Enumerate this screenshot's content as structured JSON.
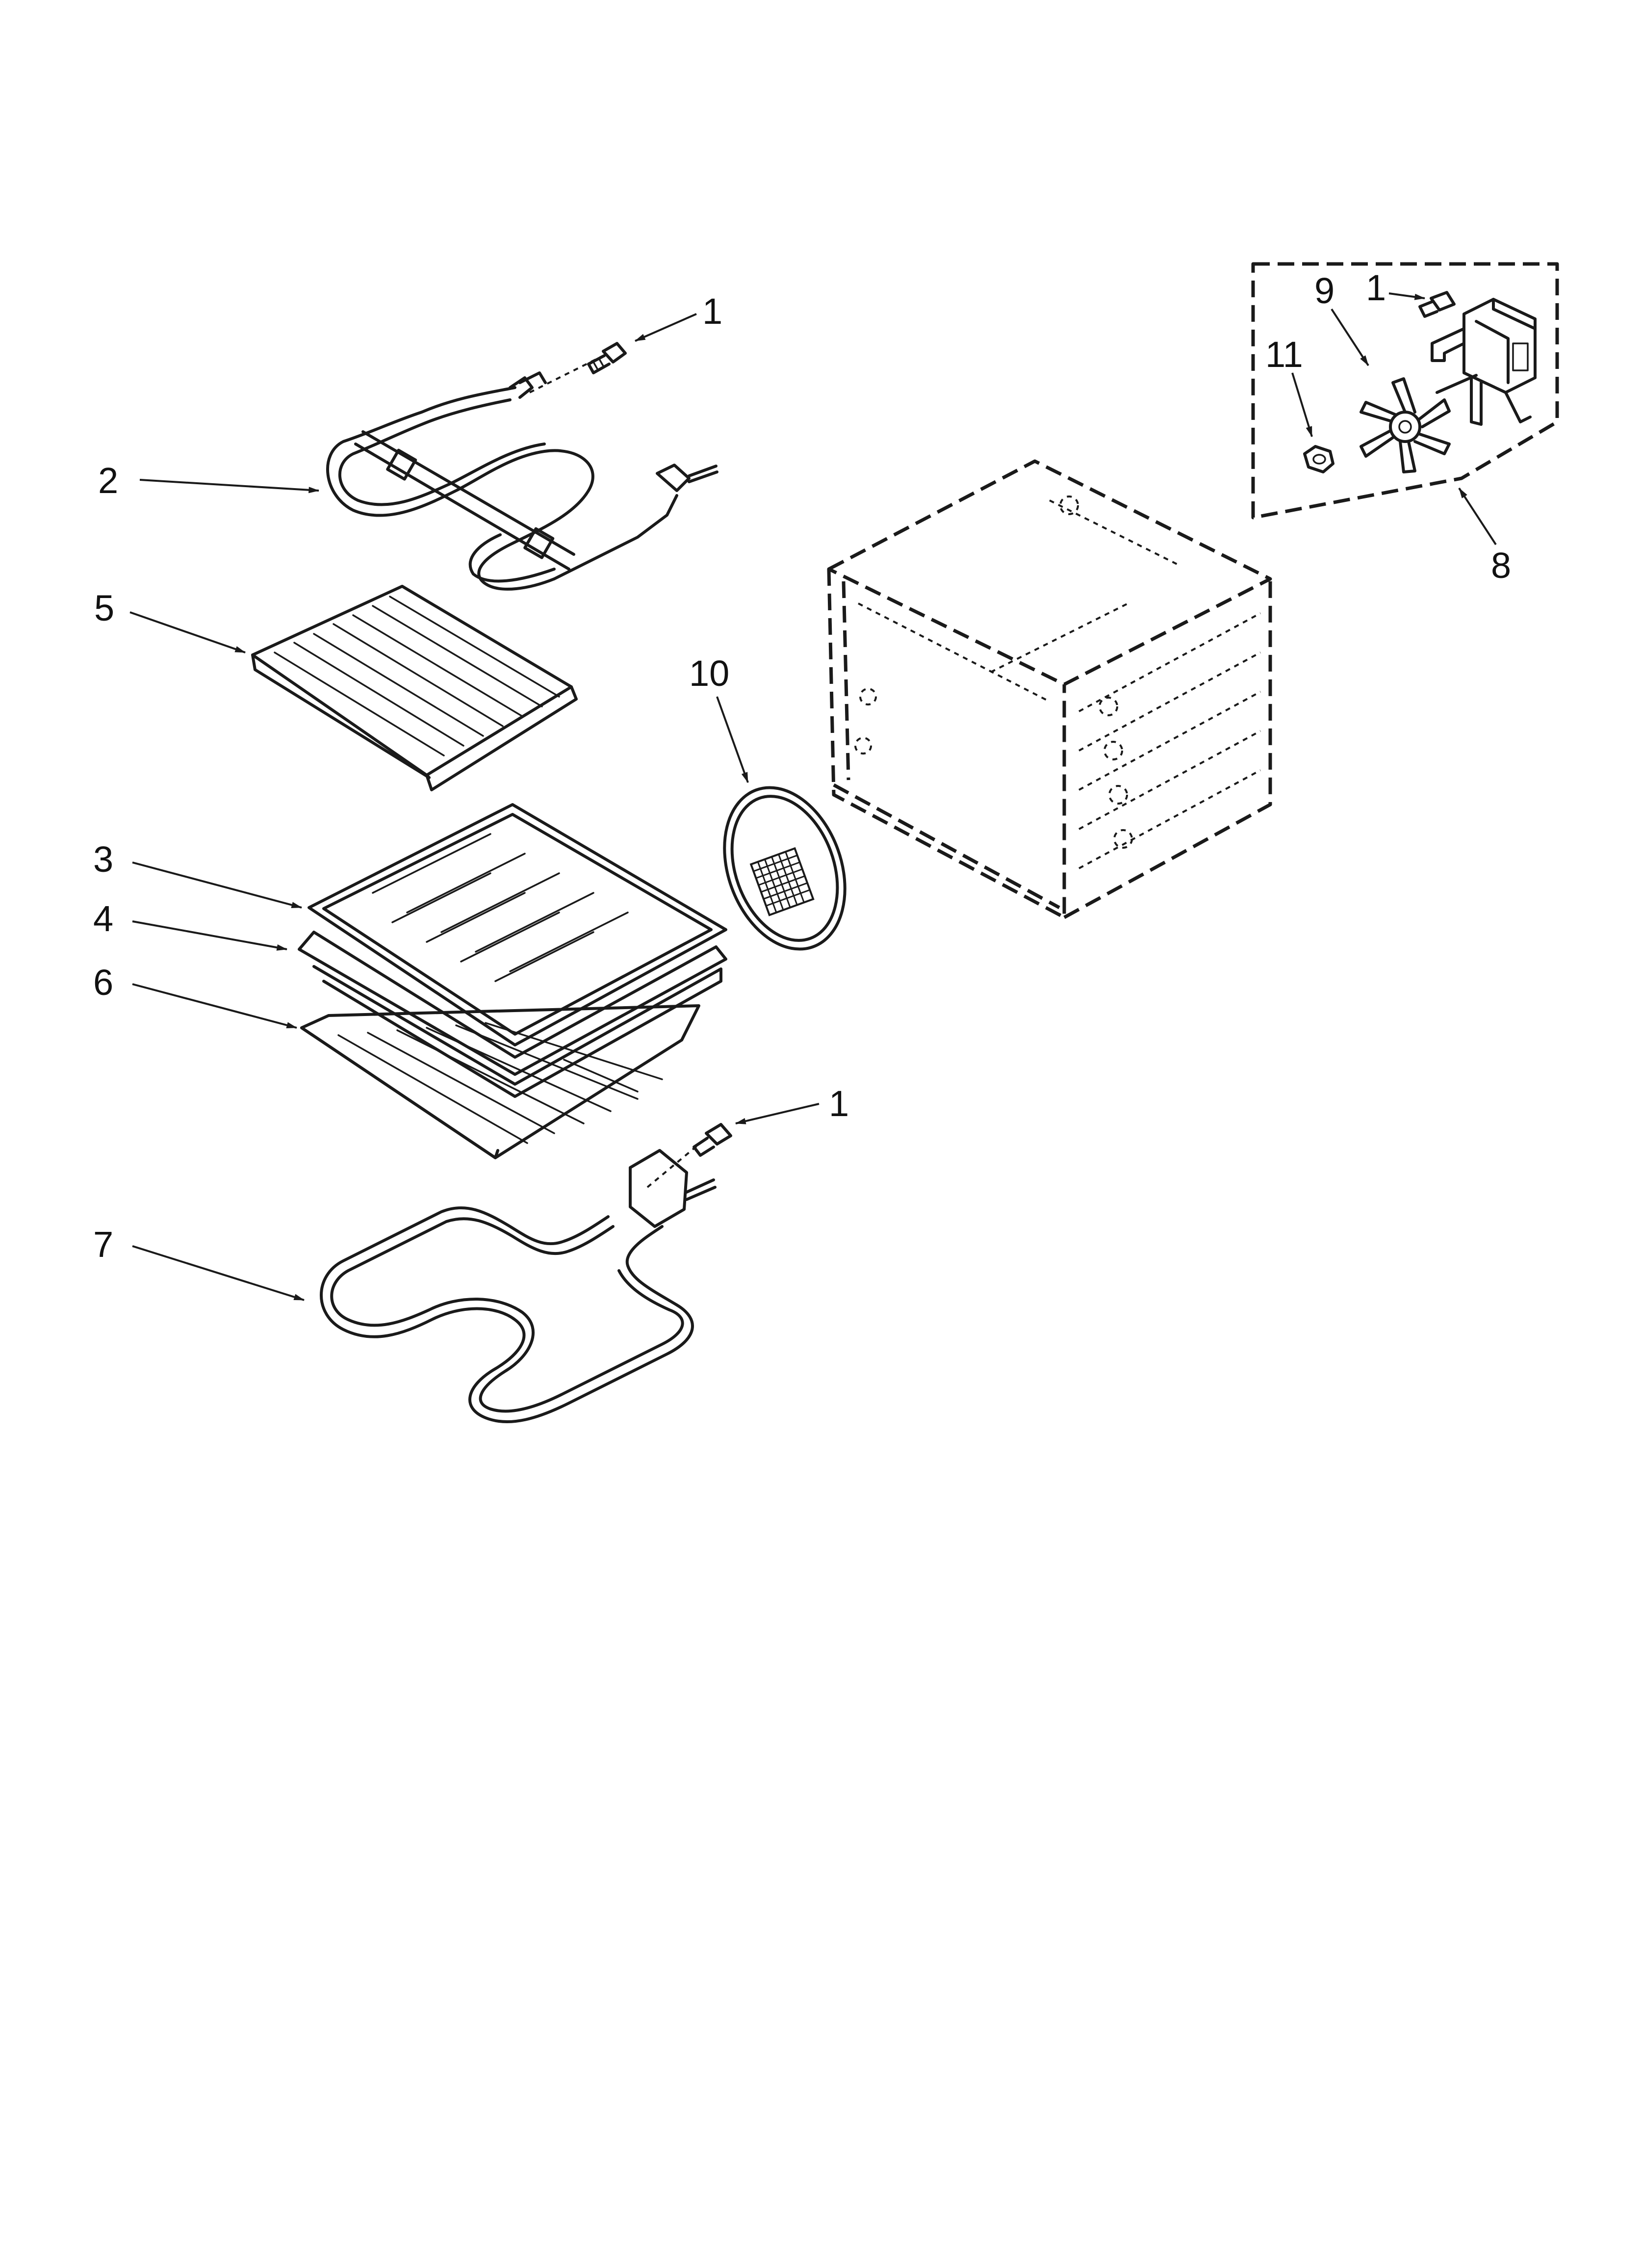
{
  "diagram": {
    "callouts": [
      {
        "id": "callout-1-top",
        "label": "1"
      },
      {
        "id": "callout-2",
        "label": "2"
      },
      {
        "id": "callout-5",
        "label": "5"
      },
      {
        "id": "callout-10",
        "label": "10"
      },
      {
        "id": "callout-3",
        "label": "3"
      },
      {
        "id": "callout-4",
        "label": "4"
      },
      {
        "id": "callout-6",
        "label": "6"
      },
      {
        "id": "callout-1-bottom",
        "label": "1"
      },
      {
        "id": "callout-7",
        "label": "7"
      },
      {
        "id": "callout-9",
        "label": "9"
      },
      {
        "id": "callout-1-kit",
        "label": "1"
      },
      {
        "id": "callout-11",
        "label": "11"
      },
      {
        "id": "callout-8",
        "label": "8"
      }
    ]
  }
}
